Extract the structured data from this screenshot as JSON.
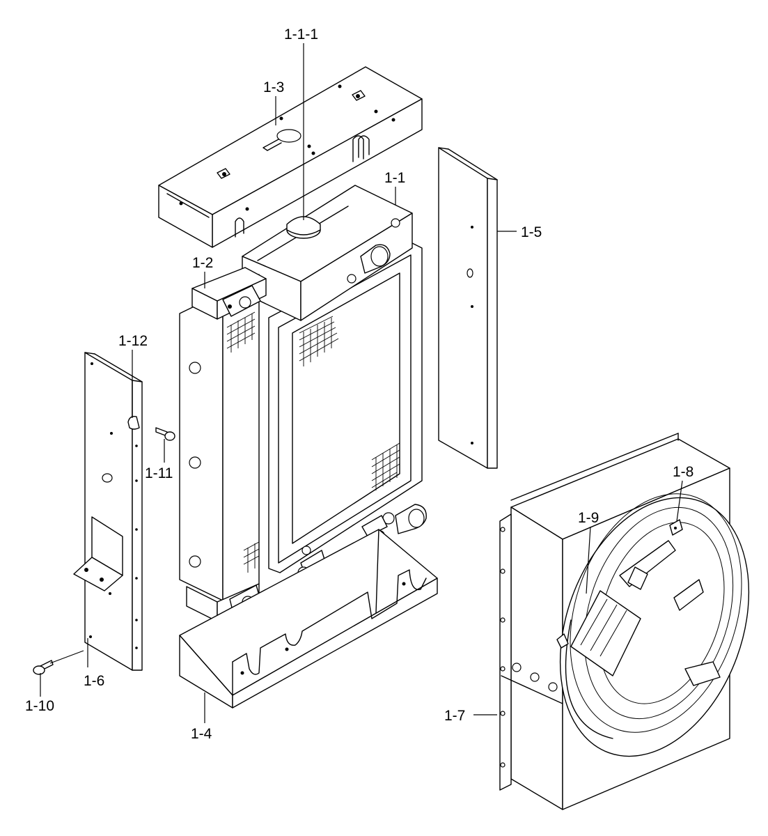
{
  "labels": {
    "p1_1_1": "1-1-1",
    "p1_3": "1-3",
    "p1_1": "1-1",
    "p1_5": "1-5",
    "p1_2": "1-2",
    "p1_12": "1-12",
    "p1_11": "1-11",
    "p1_8": "1-8",
    "p1_9": "1-9",
    "p1_6": "1-6",
    "p1_10": "1-10",
    "p1_4": "1-4",
    "p1_7": "1-7"
  },
  "icons": {
    "top-bracket": "top-shroud-bracket-icon",
    "radiator": "radiator-core-icon",
    "cap": "radiator-cap-icon",
    "oil-cooler": "oil-cooler-icon",
    "side-plate-right": "side-plate-icon",
    "side-plate-left": "side-plate-icon",
    "bottom-tray": "bottom-tray-icon",
    "fan-shroud": "fan-shroud-icon",
    "fan-guard": "fan-guard-icon",
    "bolt": "bolt-icon"
  }
}
